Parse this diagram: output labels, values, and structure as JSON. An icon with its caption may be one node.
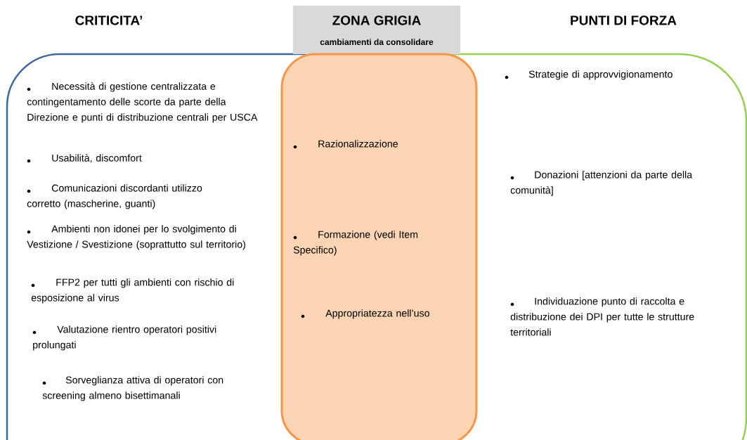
{
  "diagram": {
    "nodes": [
      {
        "text": [
          "CRITICITA’",
          "Necessità di gestione centralizzata e contingentamento delle scorte da parte della Direzione e punti di distribuzione centrali per USCA",
          "Usabilità, discomfort",
          "Comunicazioni discordanti utilizzo corretto (mascherine, guanti)",
          "Ambienti non idonei per lo svolgimento di Vestizione / Svestizione (soprattutto sul territorio)",
          "FFP2 per tutti gli ambienti con rischio di esposizione al virus",
          "Valutazione rientro operatori positivi prolungati",
          "Sorveglianza attiva di operatori con screening almeno bisettimanali"
        ]
      },
      {
        "text": [
          "ZONA GRIGIA",
          "cambiamenti da consolidare"
        ]
      },
      {
        "text": [
          "Razionalizzazione",
          "Formazione (vedi Item Specifico)",
          "Appropriatezza nell’uso"
        ]
      },
      {
        "text": [
          "PUNTI DI FORZA",
          "Strategie di approvvigionamento",
          "Donazioni [attenzioni da parte della comunità]",
          "Individuazione punto di raccolta e distribuzione dei DPI per tutte le strutture territoriali"
        ]
      }
    ]
  }
}
